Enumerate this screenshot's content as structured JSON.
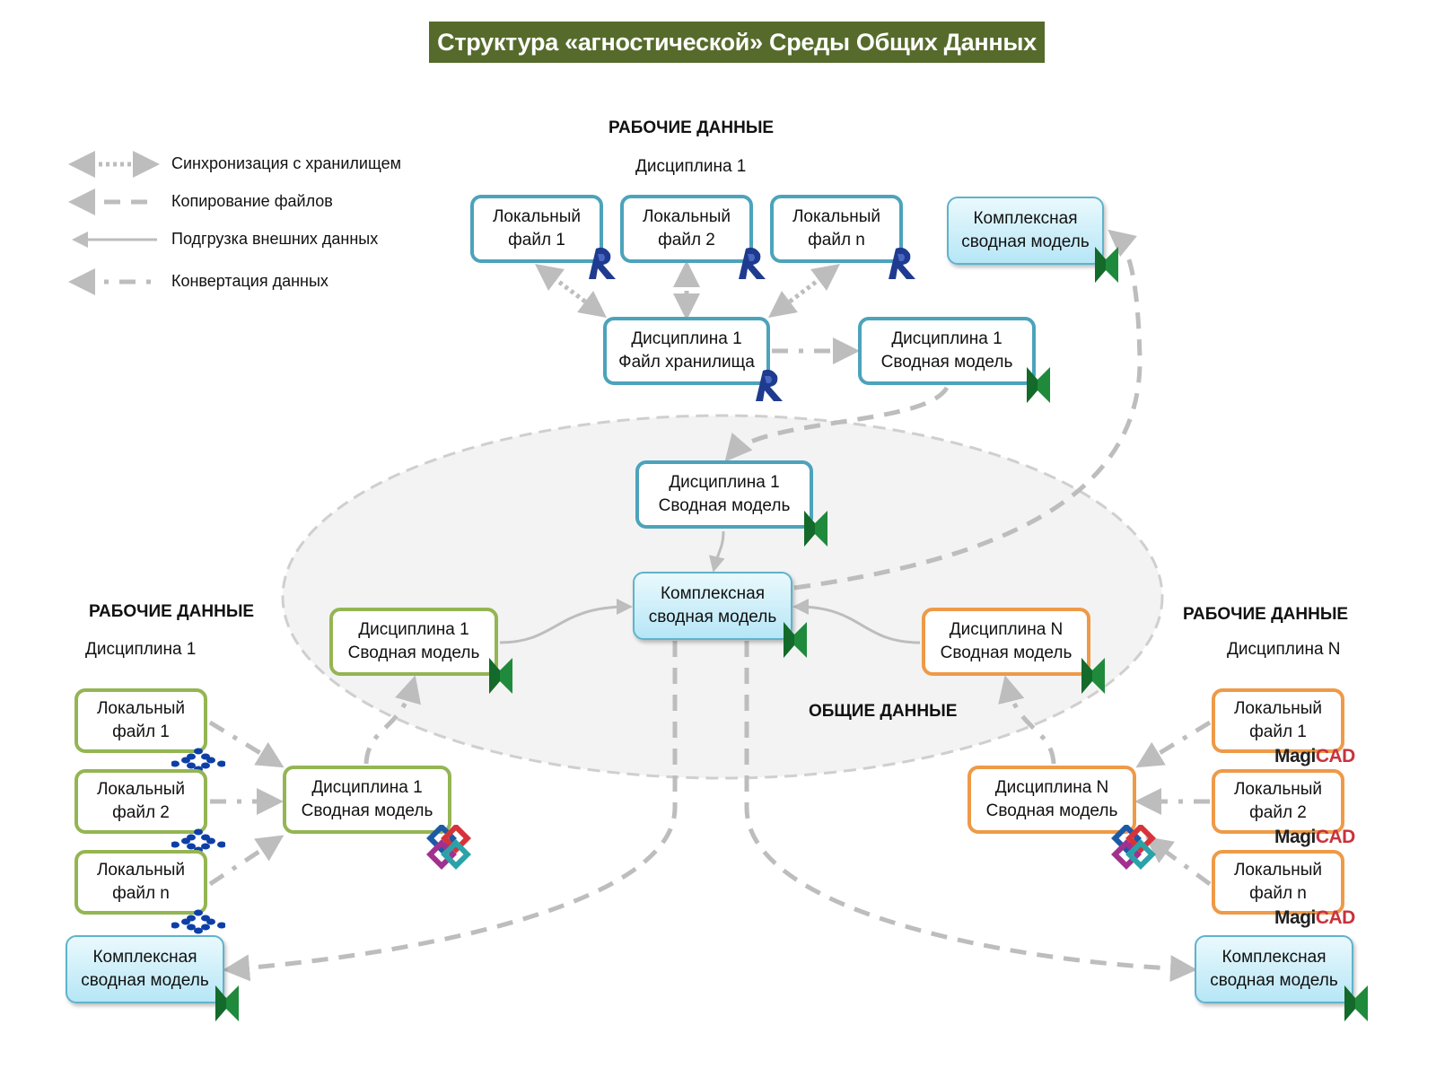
{
  "title": "Структура «агностической» Среды Общих Данных",
  "legend": [
    {
      "style": "dotted",
      "label": "Синхронизация с хранилищем"
    },
    {
      "style": "dashed",
      "label": "Копирование файлов"
    },
    {
      "style": "solid",
      "label": "Подгрузка внешних данных"
    },
    {
      "style": "dashdot",
      "label": "Конвертация данных"
    }
  ],
  "sections": {
    "top": {
      "header": "РАБОЧИЕ ДАННЫЕ",
      "discipline": "Дисциплина 1"
    },
    "left": {
      "header": "РАБОЧИЕ ДАННЫЕ",
      "discipline": "Дисциплина 1"
    },
    "right": {
      "header": "РАБОЧИЕ ДАННЫЕ",
      "discipline": "Дисциплина N"
    },
    "shared": {
      "header": "ОБЩИЕ ДАННЫЕ"
    }
  },
  "colors": {
    "title_bg": "#566b2b",
    "blue": "#4ca3bb",
    "green": "#94b553",
    "orange": "#ee9a48",
    "connector": "#bdbdbd",
    "revit": "#1f3b8f",
    "navisworks": "#1f8a3b"
  },
  "icon_text": {
    "magicad_a": "Magi",
    "magicad_b": "CAD"
  },
  "nodes": [
    {
      "id": "top_lf1",
      "style": "blue",
      "icon": "revit-icon",
      "lines": [
        "Локальный",
        "файл 1"
      ]
    },
    {
      "id": "top_lf2",
      "style": "blue",
      "icon": "revit-icon",
      "lines": [
        "Локальный",
        "файл 2"
      ]
    },
    {
      "id": "top_lfn",
      "style": "blue",
      "icon": "revit-icon",
      "lines": [
        "Локальный",
        "файл n"
      ]
    },
    {
      "id": "top_kompl",
      "style": "bluefill",
      "icon": "navisworks-icon",
      "lines": [
        "Комплексная",
        "сводная модель"
      ]
    },
    {
      "id": "top_storage",
      "style": "blue",
      "icon": "revit-icon",
      "lines": [
        "Дисциплина 1",
        "Файл хранилища"
      ]
    },
    {
      "id": "top_svod",
      "style": "blue",
      "icon": "navisworks-icon",
      "lines": [
        "Дисциплина 1",
        "Сводная модель"
      ]
    },
    {
      "id": "c_disc1",
      "style": "blue",
      "icon": "navisworks-icon",
      "lines": [
        "Дисциплина 1",
        "Сводная модель"
      ]
    },
    {
      "id": "c_kompl",
      "style": "bluefill",
      "icon": "navisworks-icon",
      "lines": [
        "Комплексная",
        "сводная модель"
      ]
    },
    {
      "id": "c_green",
      "style": "green",
      "icon": "navisworks-icon",
      "lines": [
        "Дисциплина 1",
        "Сводная модель"
      ]
    },
    {
      "id": "c_orange",
      "style": "orange",
      "icon": "navisworks-icon",
      "lines": [
        "Дисциплина N",
        "Сводная модель"
      ]
    },
    {
      "id": "l_lf1",
      "style": "green",
      "icon": "tekla-icon",
      "lines": [
        "Локальный",
        "файл 1"
      ]
    },
    {
      "id": "l_lf2",
      "style": "green",
      "icon": "tekla-icon",
      "lines": [
        "Локальный",
        "файл 2"
      ]
    },
    {
      "id": "l_lfn",
      "style": "green",
      "icon": "tekla-icon",
      "lines": [
        "Локальный",
        "файл n"
      ]
    },
    {
      "id": "l_svod",
      "style": "green",
      "icon": "ifc-icon",
      "lines": [
        "Дисциплина 1",
        "Сводная модель"
      ]
    },
    {
      "id": "l_kompl",
      "style": "bluefill",
      "icon": "navisworks-icon",
      "lines": [
        "Комплексная",
        "сводная модель"
      ]
    },
    {
      "id": "r_lf1",
      "style": "orange",
      "icon": "magicad-icon",
      "lines": [
        "Локальный",
        "файл 1"
      ]
    },
    {
      "id": "r_lf2",
      "style": "orange",
      "icon": "magicad-icon",
      "lines": [
        "Локальный",
        "файл 2"
      ]
    },
    {
      "id": "r_lfn",
      "style": "orange",
      "icon": "magicad-icon",
      "lines": [
        "Локальный",
        "файл n"
      ]
    },
    {
      "id": "r_svod",
      "style": "orange",
      "icon": "ifc-icon",
      "lines": [
        "Дисциплина N",
        "Сводная модель"
      ]
    },
    {
      "id": "r_kompl",
      "style": "bluefill",
      "icon": "navisworks-icon",
      "lines": [
        "Комплексная",
        "сводная модель"
      ]
    }
  ]
}
